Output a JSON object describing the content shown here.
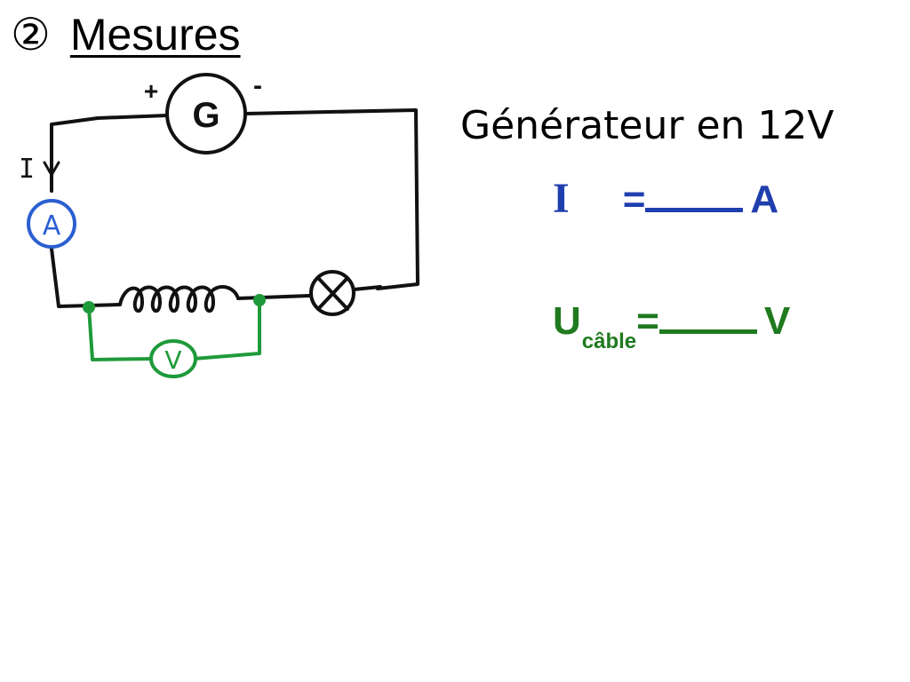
{
  "slide": {
    "number_symbol": "②",
    "title": "Mesures"
  },
  "circuit": {
    "generator_label": "G",
    "plus_label": "+",
    "minus_label": "-",
    "current_label": "I",
    "ammeter_label": "A",
    "voltmeter_label": "V"
  },
  "text": {
    "generator_setting": "Générateur en 12V",
    "current_symbol": "I",
    "current_equals": "=",
    "current_unit": "A",
    "voltage_symbol": "U",
    "voltage_subscript": "câble",
    "voltage_equals": "=",
    "voltage_unit": "V"
  },
  "colors": {
    "current": "#1f3fae",
    "voltage": "#1f7a1f",
    "ammeter": "#2b5fd0",
    "voltmeter": "#1f9a3a",
    "wire": "#111111"
  }
}
